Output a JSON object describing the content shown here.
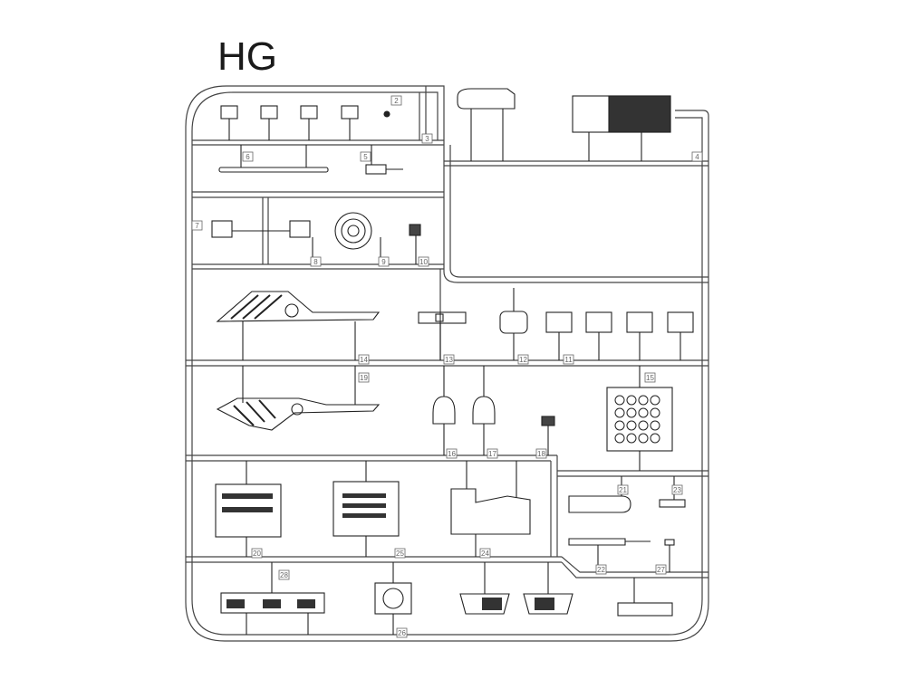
{
  "sprue": {
    "title": "HG",
    "part_numbers": [
      {
        "id": "2",
        "name": "part-2-label"
      },
      {
        "id": "3",
        "name": "part-3-label"
      },
      {
        "id": "4",
        "name": "part-4-label"
      },
      {
        "id": "5",
        "name": "part-5-label"
      },
      {
        "id": "6",
        "name": "part-6-label"
      },
      {
        "id": "7",
        "name": "part-7-label"
      },
      {
        "id": "8",
        "name": "part-8-label"
      },
      {
        "id": "9",
        "name": "part-9-label"
      },
      {
        "id": "10",
        "name": "part-10-label"
      },
      {
        "id": "11",
        "name": "part-11-label"
      },
      {
        "id": "12",
        "name": "part-12-label"
      },
      {
        "id": "13",
        "name": "part-13-label"
      },
      {
        "id": "14",
        "name": "part-14-label"
      },
      {
        "id": "15",
        "name": "part-15-label"
      },
      {
        "id": "16",
        "name": "part-16-label"
      },
      {
        "id": "17",
        "name": "part-17-label"
      },
      {
        "id": "18",
        "name": "part-18-label"
      },
      {
        "id": "19",
        "name": "part-19-label"
      },
      {
        "id": "20",
        "name": "part-20-label"
      },
      {
        "id": "21",
        "name": "part-21-label"
      },
      {
        "id": "22",
        "name": "part-22-label"
      },
      {
        "id": "23",
        "name": "part-23-label"
      },
      {
        "id": "24",
        "name": "part-24-label"
      },
      {
        "id": "25",
        "name": "part-25-label"
      },
      {
        "id": "26",
        "name": "part-26-label"
      },
      {
        "id": "27",
        "name": "part-27-label"
      },
      {
        "id": "28",
        "name": "part-28-label"
      }
    ]
  }
}
